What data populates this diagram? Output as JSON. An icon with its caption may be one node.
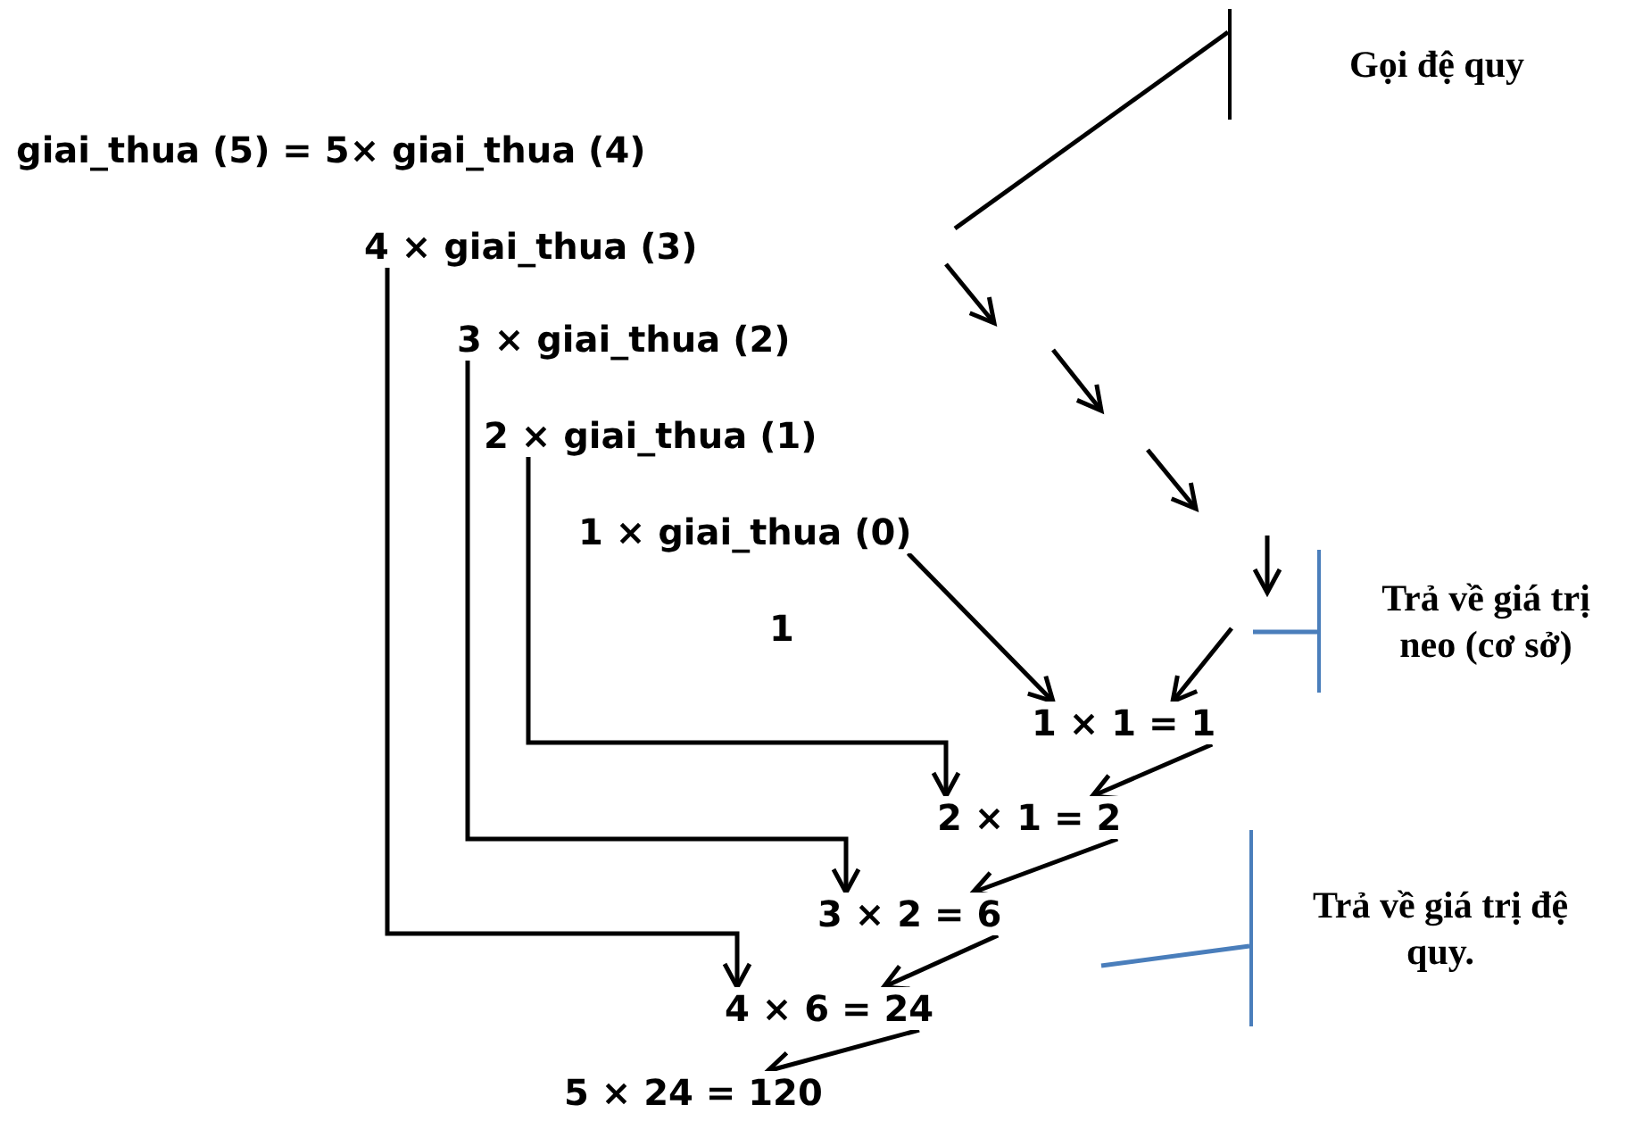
{
  "diagram": {
    "nodes": [
      {
        "text": [
          "giai_thua (5) = 5× giai_thua (4)"
        ]
      },
      {
        "text": [
          "4 × giai_thua (3)"
        ]
      },
      {
        "text": [
          "3 × giai_thua (2)"
        ]
      },
      {
        "text": [
          "2 × giai_thua (1)"
        ]
      },
      {
        "text": [
          "1 × giai_thua (0)"
        ]
      },
      {
        "text": [
          "1"
        ]
      },
      {
        "text": [
          "1 × 1 = 1"
        ]
      },
      {
        "text": [
          "2 × 1 = 2"
        ]
      },
      {
        "text": [
          "3 × 2 = 6"
        ]
      },
      {
        "text": [
          "4 × 6 = 24"
        ]
      },
      {
        "text": [
          "5 × 24 = 120"
        ]
      },
      {
        "text": [
          "Gọi đệ quy"
        ]
      },
      {
        "text": [
          "Trả về giá trị neo (cơ sở)"
        ]
      },
      {
        "text": [
          "Trả về giá trị đệ quy."
        ]
      }
    ],
    "edges": [
      {
        "from": 1,
        "to": 9,
        "arrow": "to"
      },
      {
        "from": 2,
        "to": 8,
        "arrow": "to"
      },
      {
        "from": 3,
        "to": 7,
        "arrow": "to"
      },
      {
        "from": 4,
        "to": 6,
        "arrow": "to"
      },
      {
        "from": null,
        "to": 6,
        "arrow": "to"
      },
      {
        "from": 6,
        "to": 7,
        "arrow": "to"
      },
      {
        "from": 7,
        "to": 8,
        "arrow": "to"
      },
      {
        "from": 8,
        "to": 9,
        "arrow": "to"
      },
      {
        "from": 9,
        "to": 10,
        "arrow": "to"
      },
      {
        "from": 11,
        "to": null,
        "arrow": "none"
      },
      {
        "from": 12,
        "to": null,
        "arrow": "none",
        "color": "#4a7ebb"
      },
      {
        "from": 13,
        "to": null,
        "arrow": "none",
        "color": "#4a7ebb"
      }
    ]
  }
}
